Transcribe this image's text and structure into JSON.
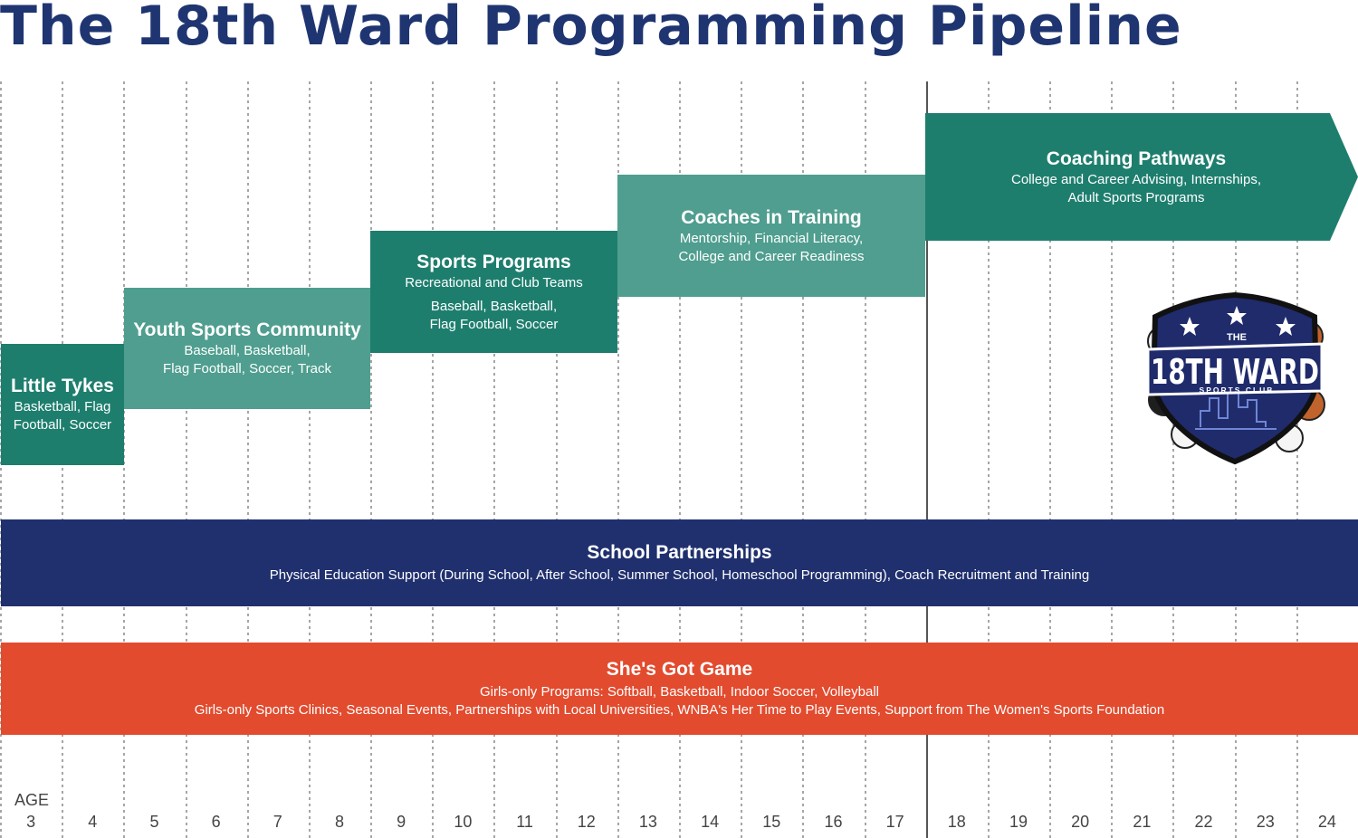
{
  "title": "The 18th Ward Programming Pipeline",
  "colors": {
    "navy": "#1f3571",
    "dark_teal": "#1e7e6e",
    "light_teal": "#4f9e8f",
    "school_partnerships": "#20306e",
    "shes_got_game": "#e24b2e"
  },
  "age_label": "AGE",
  "ages": [
    "3",
    "4",
    "5",
    "6",
    "7",
    "8",
    "9",
    "10",
    "11",
    "12",
    "13",
    "14",
    "15",
    "16",
    "17",
    "18",
    "19",
    "20",
    "21",
    "22",
    "23",
    "24"
  ],
  "programs": {
    "little_tykes": {
      "name": "Little Tykes",
      "desc": "Basketball, Flag Football, Soccer"
    },
    "youth_sports": {
      "name": "Youth Sports Community",
      "desc1": "Baseball, Basketball,",
      "desc2": "Flag Football, Soccer, Track"
    },
    "sports_programs": {
      "name": "Sports Programs",
      "sub": "Recreational and Club Teams",
      "desc1": "Baseball, Basketball,",
      "desc2": "Flag Football, Soccer"
    },
    "coaches_in_training": {
      "name": "Coaches in Training",
      "desc1": "Mentorship, Financial Literacy,",
      "desc2": "College and Career Readiness"
    },
    "coaching_pathways": {
      "name": "Coaching Pathways",
      "desc1": "College and Career Advising, Internships,",
      "desc2": "Adult Sports Programs"
    }
  },
  "school_partnerships": {
    "name": "School Partnerships",
    "desc": "Physical Education Support (During School, After School, Summer School, Homeschool Programming), Coach Recruitment and Training"
  },
  "shes_got_game": {
    "name": "She's Got Game",
    "desc1": "Girls-only Programs: Softball, Basketball, Indoor Soccer, Volleyball",
    "desc2": "Girls-only Sports Clinics, Seasonal Events, Partnerships with Local Universities, WNBA's Her Time to Play Events, Support from The Women's Sports Foundation"
  },
  "logo": {
    "line1": "THE",
    "line2": "18TH WARD",
    "line3": "SPORTS CLUB",
    "icon": "18th-ward-sports-club-shield-logo"
  }
}
